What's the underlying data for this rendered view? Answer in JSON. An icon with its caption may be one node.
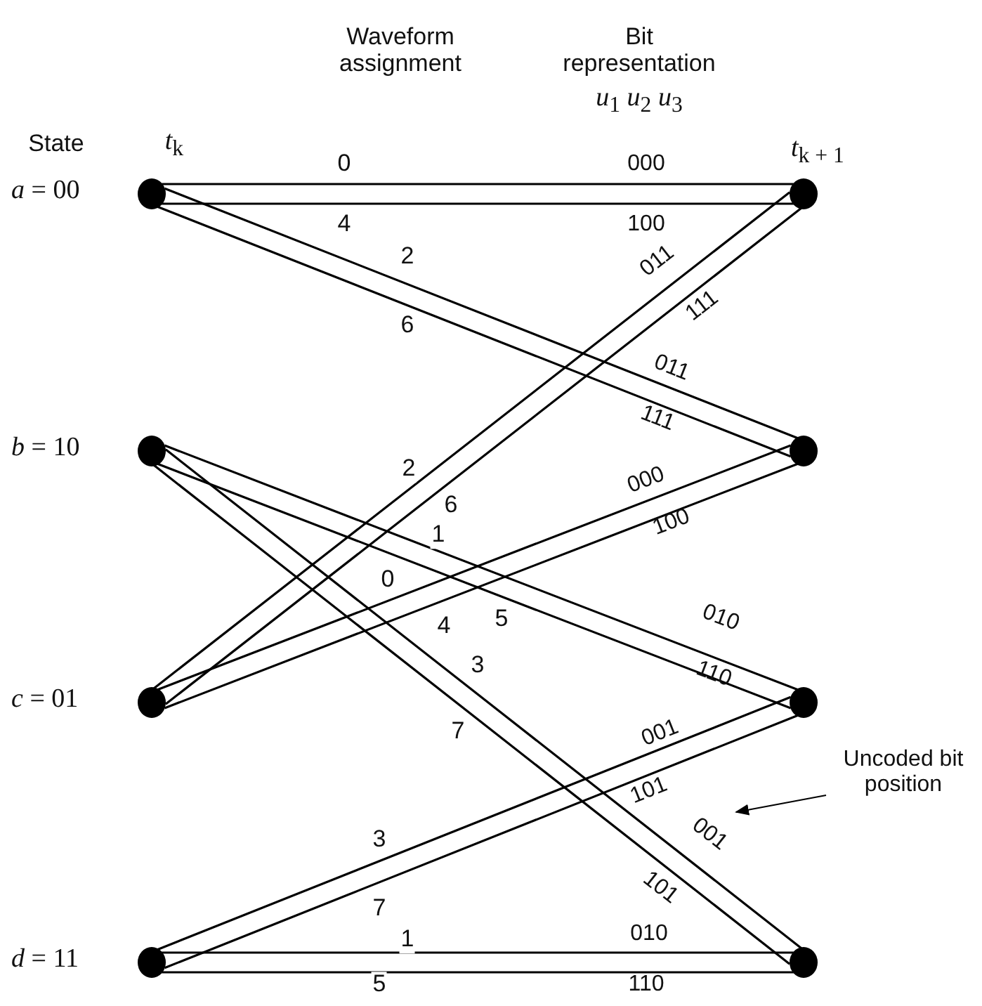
{
  "diagram": {
    "nodes": [
      {
        "text": [],
        "shape": "circle",
        "beside": [
          "*a* = 00"
        ]
      },
      {
        "text": [],
        "shape": "circle"
      },
      {
        "text": [],
        "shape": "circle",
        "beside": [
          "*b* = 10"
        ]
      },
      {
        "text": [],
        "shape": "circle"
      },
      {
        "text": [],
        "shape": "circle",
        "beside": [
          "*c* = 01"
        ]
      },
      {
        "text": [],
        "shape": "circle"
      },
      {
        "text": [],
        "shape": "circle",
        "beside": [
          "*d* = 11"
        ]
      },
      {
        "text": [],
        "shape": "circle"
      },
      {
        "text": [
          "Uncoded bit position"
        ]
      },
      {
        "text": [
          "001"
        ]
      }
    ],
    "edges": [
      {
        "from": 0,
        "to": 1,
        "arrow": "none",
        "label": "0"
      },
      {
        "from": 0,
        "to": 1,
        "arrow": "none",
        "label": "4"
      },
      {
        "from": 0,
        "to": 3,
        "arrow": "none",
        "label": "2"
      },
      {
        "from": 0,
        "to": 3,
        "arrow": "none",
        "label": "6"
      },
      {
        "from": 2,
        "to": 5,
        "arrow": "none",
        "label": "1"
      },
      {
        "from": 2,
        "to": 5,
        "arrow": "none",
        "label": "5"
      },
      {
        "from": 2,
        "to": 7,
        "arrow": "none",
        "label": "3"
      },
      {
        "from": 2,
        "to": 7,
        "arrow": "none",
        "label": "7"
      },
      {
        "from": 4,
        "to": 1,
        "arrow": "none",
        "label": "2"
      },
      {
        "from": 4,
        "to": 1,
        "arrow": "none",
        "label": "6"
      },
      {
        "from": 4,
        "to": 3,
        "arrow": "none",
        "label": "0"
      },
      {
        "from": 4,
        "to": 3,
        "arrow": "none",
        "label": "4"
      },
      {
        "from": 6,
        "to": 5,
        "arrow": "none",
        "label": "3"
      },
      {
        "from": 6,
        "to": 5,
        "arrow": "none",
        "label": "7"
      },
      {
        "from": 6,
        "to": 7,
        "arrow": "none",
        "label": "1"
      },
      {
        "from": 6,
        "to": 7,
        "arrow": "none",
        "label": "5"
      },
      {
        "from": 8,
        "to": 9,
        "arrow": "to"
      }
    ],
    "labels": [
      "Waveform assignment",
      "Bit representation",
      "*u*$_{1}$ *u*$_{2}$ *u*$_{3}$",
      "State",
      "*t*$_{k}$",
      "*t*$_{k + 1}$",
      "000",
      "100",
      "011",
      "111",
      "010",
      "110",
      "101",
      "011",
      "111",
      "000",
      "100",
      "001",
      "101",
      "010",
      "110"
    ]
  }
}
